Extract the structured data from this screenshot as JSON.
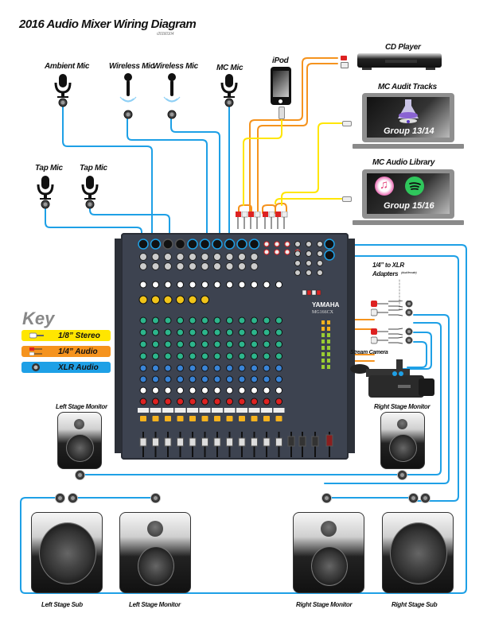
{
  "header": {
    "title": "2016 Audio Mixer Wiring Diagram",
    "version": "r20160104"
  },
  "colors": {
    "stereo_eighth": "#ffe600",
    "quarter_inch": "#f5931e",
    "xlr": "#1ea0e6",
    "key_label": "#888888"
  },
  "inputs": {
    "mics": [
      {
        "label": "Ambient Mic",
        "icon": "studio-mic-icon"
      },
      {
        "label": "Wireless Mic",
        "icon": "wireless-mic-icon"
      },
      {
        "label": "Wireless Mic",
        "icon": "wireless-mic-icon"
      },
      {
        "label": "MC Mic",
        "icon": "studio-mic-icon"
      },
      {
        "label": "Tap Mic",
        "icon": "studio-mic-icon"
      },
      {
        "label": "Tap Mic",
        "icon": "studio-mic-icon"
      }
    ],
    "ipod": {
      "label": "iPod"
    },
    "cd_player": {
      "label": "CD Player"
    },
    "audit_tracks": {
      "label": "MC Audit Tracks",
      "group": "Group 13/14"
    },
    "audio_library": {
      "label": "MC Audio Library",
      "group": "Group 15/16"
    }
  },
  "key": {
    "title": "Key",
    "items": [
      {
        "label": "1/8” Stereo",
        "icon": "stereo-jack-icon"
      },
      {
        "label": "1/4” Audio",
        "icon": "rca-pair-icon"
      },
      {
        "label": "XLR Audio",
        "icon": "xlr-connector-icon"
      }
    ]
  },
  "mixer": {
    "brand": "YAMAHA",
    "model": "MG166CX"
  },
  "adapters": {
    "label_line1": "1/4”  to XLR",
    "label_line2": "Adapters",
    "note": "(dual female)"
  },
  "camera": {
    "label": "Stream Camera"
  },
  "outputs": {
    "left_monitor_top": "Left Stage Monitor",
    "right_monitor_top": "Right Stage Monitor",
    "bottom": [
      {
        "label": "Left Stage Sub"
      },
      {
        "label": "Left Stage Monitor"
      },
      {
        "label": "Right Stage Monitor"
      },
      {
        "label": "Right Stage Sub"
      }
    ]
  }
}
